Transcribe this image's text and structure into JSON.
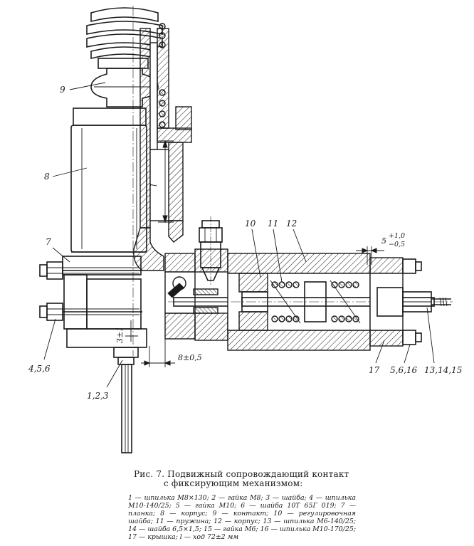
{
  "figure": {
    "callouts": {
      "c9": "9",
      "c8": "8",
      "c7": "7",
      "c456": "4,5,6",
      "c123": "1,2,3",
      "c10": "10",
      "c11": "11",
      "c12": "12",
      "c17": "17",
      "c5616": "5,6,16",
      "c131415": "13,14,15"
    },
    "dimensions": {
      "l": "l",
      "three": "3±1",
      "eight": "8±0,5",
      "five": "5",
      "plus": "+1,0",
      "minus": "−0,5"
    }
  },
  "caption": {
    "title_line1": "Рис. 7. Подвижный сопровождающий контакт",
    "title_line2": "с фиксирующим механизмом:",
    "legend": "1 — шпилька М8×130; 2 — гайка М8; 3 — шайба; 4 — шпилька М10-140/25; 5 — гайка М10; 6 — шайба 10Т 65Г 019; 7 — планка; 8 — корпус; 9 — контакт; 10 — регулировочная шайба; 11 — пружина; 12 — корпус; 13 — шпилька М6-140/25; 14 — шайба 6,5×1,5; 15 — гайка М6; 16 — шпилька М10-170/25; 17 — крышка; l — ход 72±2 мм"
  }
}
